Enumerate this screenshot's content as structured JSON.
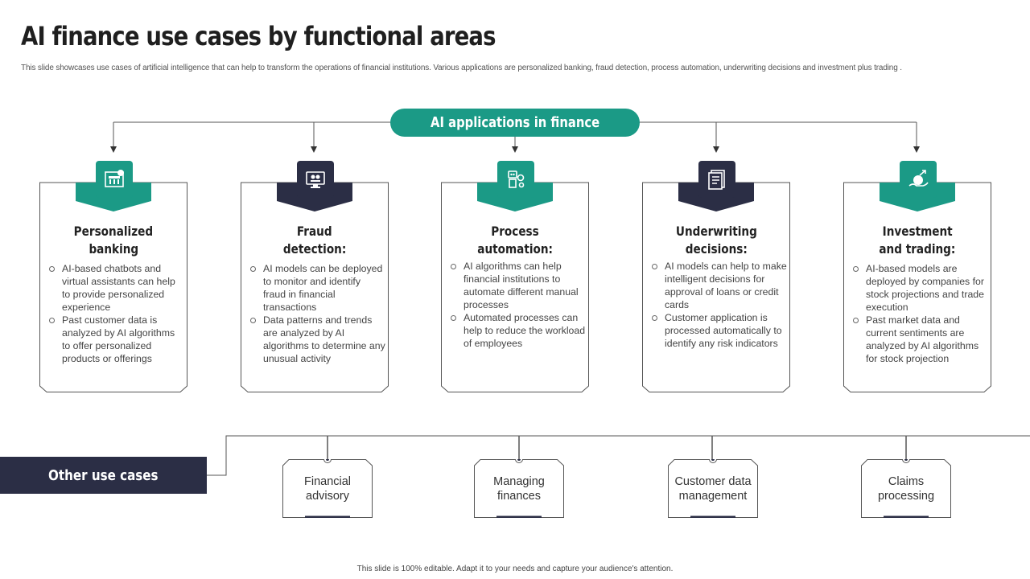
{
  "title": "AI finance use cases by functional areas",
  "subtitle": "This slide showcases use cases of artificial intelligence that can help to transform the operations of financial institutions. Various applications are personalized banking, fraud detection, process automation, underwriting decisions and investment plus trading .",
  "root": {
    "label": "AI applications in finance"
  },
  "colors": {
    "teal": "#1b9a86",
    "navy": "#2b2e45"
  },
  "cards": [
    {
      "icon": "bank-building-icon",
      "theme": "teal",
      "title_line1": "Personalized",
      "title_line2": "banking",
      "bullets": [
        "AI-based chatbots and virtual assistants can help to provide personalized experience",
        "Past customer data is analyzed by AI algorithms to offer personalized products or offerings"
      ]
    },
    {
      "icon": "computer-spy-icon",
      "theme": "navy",
      "title_line1": "Fraud",
      "title_line2": "detection:",
      "bullets": [
        "AI models can be deployed to monitor and identify fraud in financial transactions",
        "Data patterns and trends are analyzed by AI algorithms to determine any unusual activity"
      ]
    },
    {
      "icon": "robot-gears-icon",
      "theme": "teal",
      "title_line1": "Process",
      "title_line2": "automation:",
      "bullets": [
        "AI algorithms can help financial institutions to automate different manual processes",
        "Automated processes can help to reduce the workload of employees"
      ]
    },
    {
      "icon": "document-checklist-icon",
      "theme": "navy",
      "title_line1": "Underwriting",
      "title_line2": "decisions:",
      "bullets": [
        "AI models can help to make intelligent decisions for approval  of loans or credit cards",
        "Customer application is processed automatically to identify any risk indicators"
      ]
    },
    {
      "icon": "money-hand-growth-icon",
      "theme": "teal",
      "title_line1": "Investment",
      "title_line2": "and trading:",
      "bullets": [
        "AI-based models are deployed by companies for stock projections and trade execution",
        "Past market data and current sentiments are analyzed by AI algorithms for stock projection"
      ]
    }
  ],
  "other": {
    "label": "Other use cases",
    "items": [
      "Financial advisory",
      "Managing finances",
      "Customer data management",
      "Claims processing"
    ]
  },
  "footer": "This slide is 100% editable. Adapt it to your needs and capture your audience's attention."
}
